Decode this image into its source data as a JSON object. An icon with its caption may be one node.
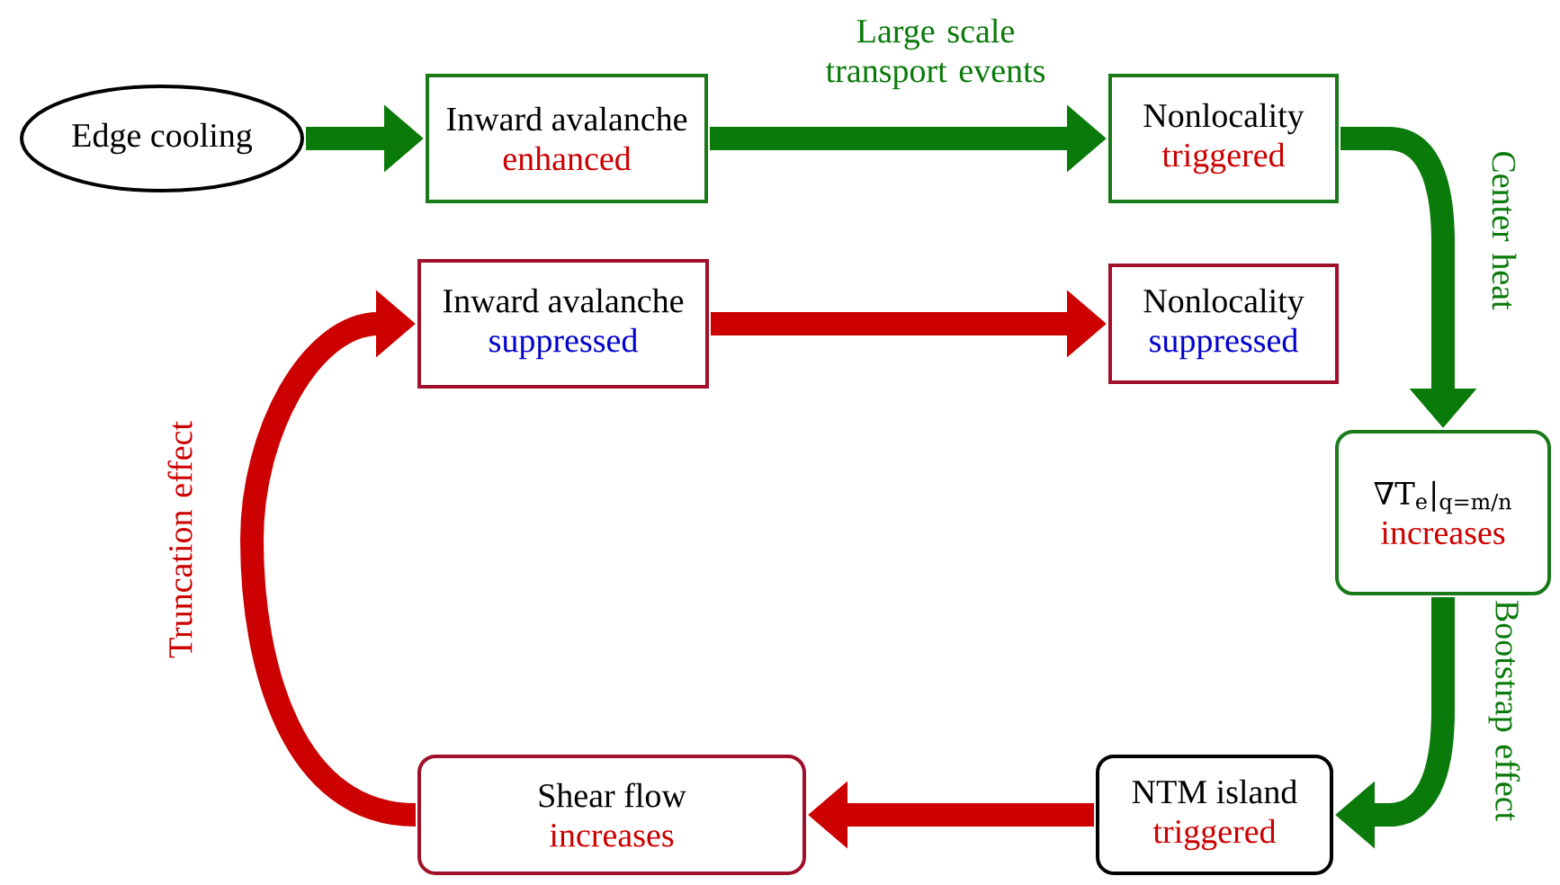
{
  "diagram": {
    "nodes": [
      {
        "text": [
          "Edge cooling"
        ]
      },
      {
        "text": [
          "Inward avalanche",
          "enhanced"
        ]
      },
      {
        "text": [
          "Nonlocality",
          "triggered"
        ]
      },
      {
        "text": [
          "Inward avalanche",
          "suppressed"
        ]
      },
      {
        "text": [
          "Nonlocality",
          "suppressed"
        ]
      },
      {
        "text": [
          "∇T$_{e}$|$_{q=m/n}$",
          "increases"
        ]
      },
      {
        "text": [
          "NTM island",
          "triggered"
        ]
      },
      {
        "text": [
          "Shear flow",
          "increases"
        ]
      }
    ],
    "edges": [
      {
        "from": 0,
        "to": 1,
        "arrow": "to"
      },
      {
        "from": 1,
        "to": 2,
        "arrow": "to",
        "label": "Large scale transport events"
      },
      {
        "from": 2,
        "to": 5,
        "arrow": "to",
        "label": "Center heat"
      },
      {
        "from": 5,
        "to": 6,
        "arrow": "to",
        "label": "Bootstrap effect"
      },
      {
        "from": 6,
        "to": 7,
        "arrow": "to",
        "color": "#cc0000"
      },
      {
        "from": 7,
        "to": 3,
        "arrow": "to",
        "label": "Truncation effect",
        "color": "#cc0000"
      },
      {
        "from": 3,
        "to": 4,
        "arrow": "to",
        "color": "#cc0000"
      }
    ]
  }
}
